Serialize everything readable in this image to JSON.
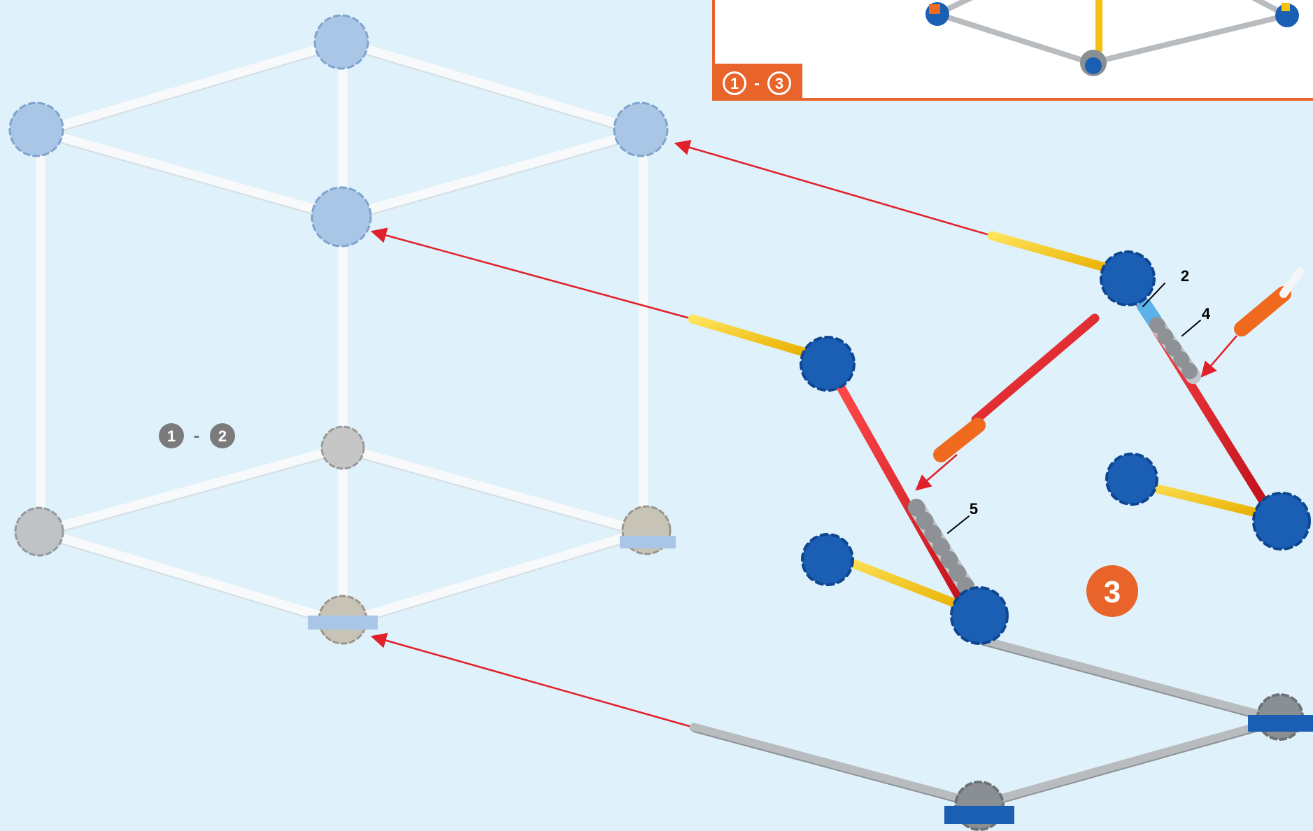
{
  "inset": {
    "badge_start": "1",
    "badge_dash": "-",
    "badge_end": "3",
    "accent": "#e8642a"
  },
  "steps": {
    "prior": {
      "start": "1",
      "dash": "-",
      "end": "2",
      "color": "#7b7b7b"
    },
    "current": {
      "number": "3",
      "color": "#e8642a"
    }
  },
  "part_labels": {
    "top_spacer": "2",
    "upper_spacers": "4",
    "lower_spacers": "5"
  },
  "colors": {
    "background": "#dff1fa",
    "ghost_rod": "#f4f6f7",
    "ghost_connector": "#a9c6e6",
    "ghost_connector_gray": "#b8b8b8",
    "yellow_rod": "#f4c20d",
    "red_rod": "#e0202a",
    "gray_rod": "#b9bcbf",
    "blue_connector": "#1a5fb4",
    "orange_part": "#ef6a1e",
    "arrow": "#e0202a",
    "inset_border": "#e8642a"
  }
}
